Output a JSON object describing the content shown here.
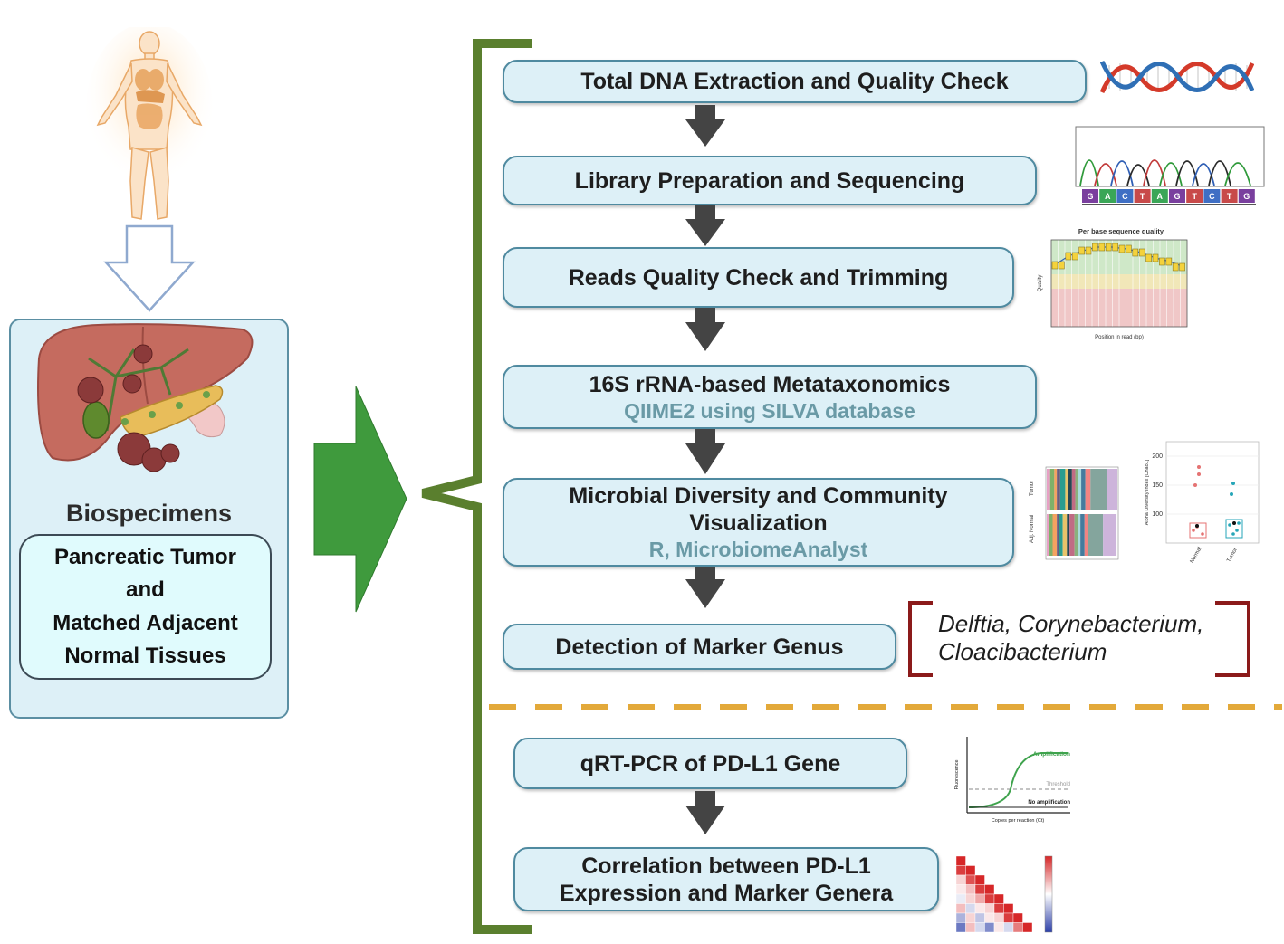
{
  "biospecimens": {
    "title": "Biospecimens",
    "box_lines": [
      "Pancreatic Tumor",
      "and",
      "Matched Adjacent",
      "Normal Tissues"
    ]
  },
  "steps": [
    {
      "title": "Total DNA Extraction and Quality Check"
    },
    {
      "title": "Library Preparation and Sequencing"
    },
    {
      "title": "Reads Quality Check and Trimming"
    },
    {
      "title": "16S rRNA-based Metataxonomics",
      "subtitle": "QIIME2 using SILVA database"
    },
    {
      "title_lines": [
        "Microbial Diversity and Community",
        "Visualization"
      ],
      "subtitle": "R, MicrobiomeAnalyst"
    },
    {
      "title": "Detection of Marker Genus"
    },
    {
      "title": "qRT-PCR of PD-L1 Gene"
    },
    {
      "title_lines": [
        "Correlation between PD-L1",
        "Expression and Marker Genera"
      ]
    }
  ],
  "marker_genera": {
    "lines": [
      "Delftia, Corynebacterium,",
      "Cloacibacterium"
    ]
  },
  "thumbnails": {
    "sequencing_bases": [
      "G",
      "A",
      "C",
      "T",
      "A",
      "G",
      "T",
      "C",
      "T",
      "G"
    ],
    "quality_plot": {
      "title": "Per base sequence quality",
      "xlabel": "Position in read (bp)",
      "ylabel": "Quality"
    },
    "stacked_bars": {
      "row_labels": [
        "Tumor",
        "Adj. Normal"
      ]
    },
    "diversity_plot": {
      "ylabel": "Alpha Diversity Index [Chao1]",
      "yticks": [
        "200",
        "150",
        "100"
      ],
      "xticks": [
        "Normal",
        "Tumor"
      ]
    },
    "qpcr_plot": {
      "amplification": "Amplification",
      "threshold": "Threshold",
      "no_amplification": "No amplification",
      "xlabel": "Copies per reaction (Ct)",
      "ylabel": "Fluorescence"
    }
  },
  "colors": {
    "step_fill": "#ddf0f7",
    "step_border": "#4f8aa0",
    "bracket_green": "#5a7f2e",
    "big_arrow_green": "#3f9a3d",
    "step_arrow": "#444444",
    "dashed_divider": "#e3a93a",
    "genus_bracket": "#8b1a1a",
    "subtitle_teal": "#6a9aa6"
  }
}
